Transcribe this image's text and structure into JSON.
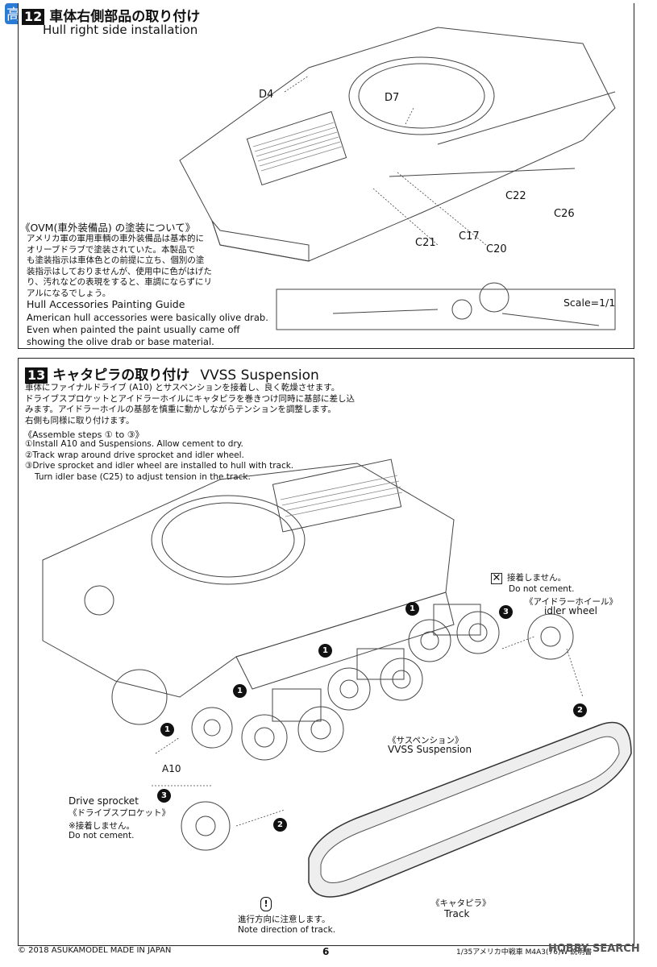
{
  "watermark": {
    "top_left": "高网",
    "bottom_right": "HOBBY SEARCH"
  },
  "step12": {
    "number": "12",
    "title_jp": "車体右側部品の取り付け",
    "title_en": "Hull right side installation",
    "parts": [
      "D4",
      "D7",
      "C22",
      "C26",
      "C21",
      "C17",
      "C20"
    ],
    "ovm_heading": "《OVM(車外装備品) の塗装について》",
    "ovm_jp": [
      "アメリカ軍の軍用車輌の車外装備品は基本的に",
      "オリーブドラブで塗装されていた。本製品で",
      "も塗装指示は車体色との前提に立ち、個別の塗",
      "装指示はしておりませんが、使用中に色がはげた",
      "り、汚れなどの表現をすると、車調にならずにリ",
      "アルになるでしょう。"
    ],
    "paint_heading": "Hull Accessories Painting Guide",
    "paint_en": [
      "American hull accessories were basically olive drab.",
      "Even when painted the paint usually came off",
      "showing the olive drab or base material."
    ],
    "scale": "Scale=1/1"
  },
  "step13": {
    "number": "13",
    "title_jp": "キャタピラの取り付け",
    "title_en": "VVSS Suspension",
    "intro_jp": [
      "車体にファイナルドライブ (A10) とサスペンションを接着し、良く乾燥させます。",
      "ドライブスプロケットとアイドラーホイルにキャタピラを巻きつけ同時に基部に差し込",
      "みます。アイドラーホイルの基部を慎重に動かしながらテンションを調整します。",
      "右側も同様に取り付けます。"
    ],
    "assemble_heading": "《Assemble steps ① to ③》",
    "steps": [
      "①Install A10 and Suspensions. Allow cement to dry.",
      "②Track wrap around drive sprocket and idler wheel.",
      "③Drive sprocket and idler wheel are installed to hull with track.",
      "Turn idler base (C25) to adjust tension in the track."
    ],
    "no_cement_jp": "接着しません。",
    "no_cement_en": "Do not cement.",
    "idler_jp": "《アイドラーホイール》",
    "idler_en": "idler wheel",
    "vvss_jp": "《サスペンション》",
    "vvss_en": "VVSS Suspension",
    "a10": "A10",
    "sprocket_en": "Drive sprocket",
    "sprocket_jp": "《ドライブスプロケット》",
    "no_cement2_jp": "※接着しません。",
    "no_cement2_en": "Do not cement.",
    "track_jp": "《キャタピラ》",
    "track_en": "Track",
    "direction_jp": "進行方向に注意します。",
    "direction_en": "Note direction of track.",
    "callouts": [
      "1",
      "1",
      "1",
      "1",
      "2",
      "2",
      "3",
      "3"
    ]
  },
  "footer": {
    "copyright": "© 2018 ASUKAMODEL    MADE IN JAPAN",
    "page": "6",
    "product": "1/35アメリカ中戦車 M4A3(76)W 説明書"
  }
}
